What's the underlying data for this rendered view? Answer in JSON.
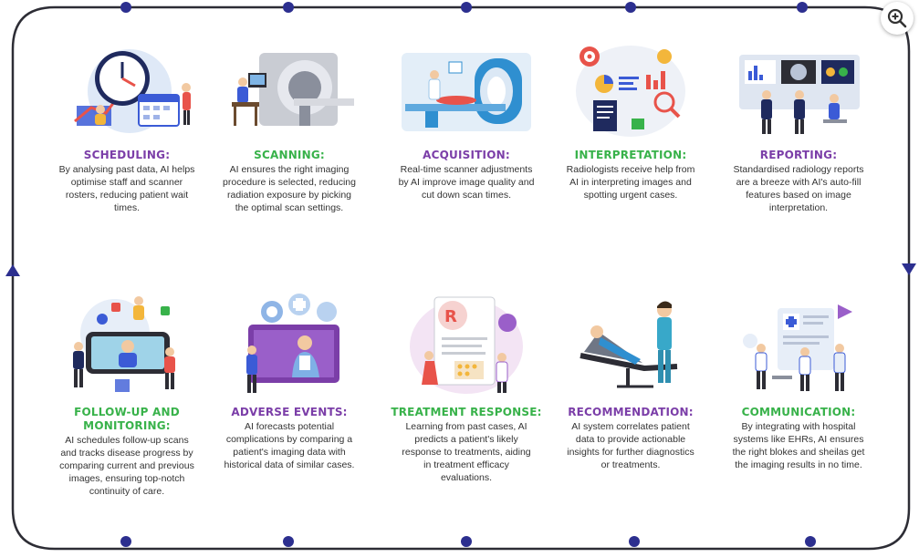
{
  "colors": {
    "border": "#2d2d35",
    "node": "#2c2f8f",
    "purple": "#7b3ea8",
    "green": "#38b24a",
    "text": "#333333"
  },
  "steps": [
    {
      "title": "SCHEDULING:",
      "color": "purple",
      "icon": "clock-calendar-illustration",
      "desc": "By analysing past data, AI helps optimise staff and scanner rosters, reducing patient wait times."
    },
    {
      "title": "SCANNING:",
      "color": "green",
      "icon": "mri-scanner-illustration",
      "desc": "AI ensures the right imaging procedure is selected, reducing radiation exposure by picking the optimal scan settings."
    },
    {
      "title": "ACQUISITION:",
      "color": "purple",
      "icon": "patient-in-scanner-illustration",
      "desc": "Real-time scanner adjustments by AI improve image quality and cut down scan times."
    },
    {
      "title": "INTERPRETATION:",
      "color": "green",
      "icon": "analytics-dashboard-illustration",
      "desc": "Radiologists receive help from AI in interpreting images and spotting urgent cases."
    },
    {
      "title": "REPORTING:",
      "color": "purple",
      "icon": "reporting-team-illustration",
      "desc": "Standardised radiology reports are a breeze with AI's auto-fill features based on image interpretation."
    },
    {
      "title": "FOLLOW-UP AND MONITORING:",
      "color": "green",
      "icon": "follow-up-phone-illustration",
      "desc": "AI schedules follow-up scans and tracks disease progress by comparing current and previous images, ensuring top-notch continuity of care."
    },
    {
      "title": "ADVERSE EVENTS:",
      "color": "purple",
      "icon": "doctor-telehealth-illustration",
      "desc": "AI forecasts potential complications by comparing a patient's imaging data with historical data of similar cases."
    },
    {
      "title": "TREATMENT RESPONSE:",
      "color": "green",
      "icon": "prescription-illustration",
      "desc": "Learning from past cases, AI predicts a patient's likely response to treatments, aiding in treatment efficacy evaluations."
    },
    {
      "title": "RECOMMENDATION:",
      "color": "purple",
      "icon": "patient-bed-nurse-illustration",
      "desc": "AI system correlates patient data to provide actionable insights for further diagnostics or treatments."
    },
    {
      "title": "COMMUNICATION:",
      "color": "green",
      "icon": "hospital-communication-illustration",
      "desc": "By integrating with hospital systems like EHRs, AI ensures the right blokes and sheilas get the imaging results in no time."
    }
  ],
  "zoom": {
    "icon": "zoom-in-icon"
  }
}
